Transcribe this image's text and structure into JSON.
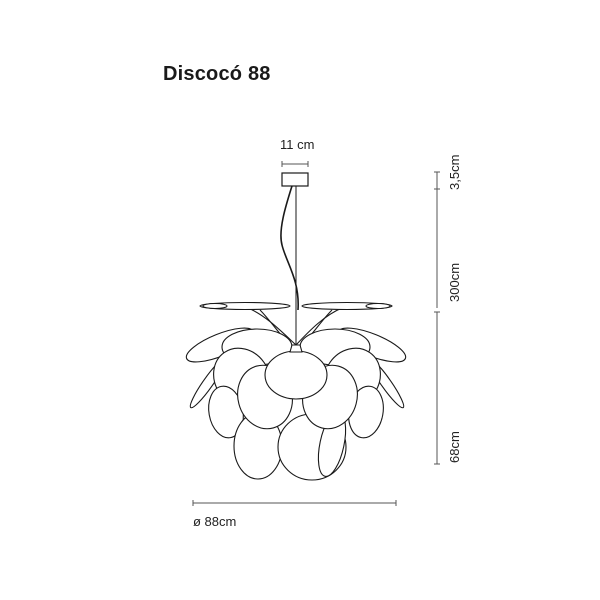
{
  "title": "Discocó 88",
  "dimensions": {
    "canopy_width": "11 cm",
    "canopy_height": "3,5cm",
    "cable_length": "300cm",
    "shade_height": "68cm",
    "diameter": "ø 88cm"
  },
  "colors": {
    "line": "#1a1a1a",
    "dimension_line": "#555555",
    "background": "#ffffff"
  }
}
